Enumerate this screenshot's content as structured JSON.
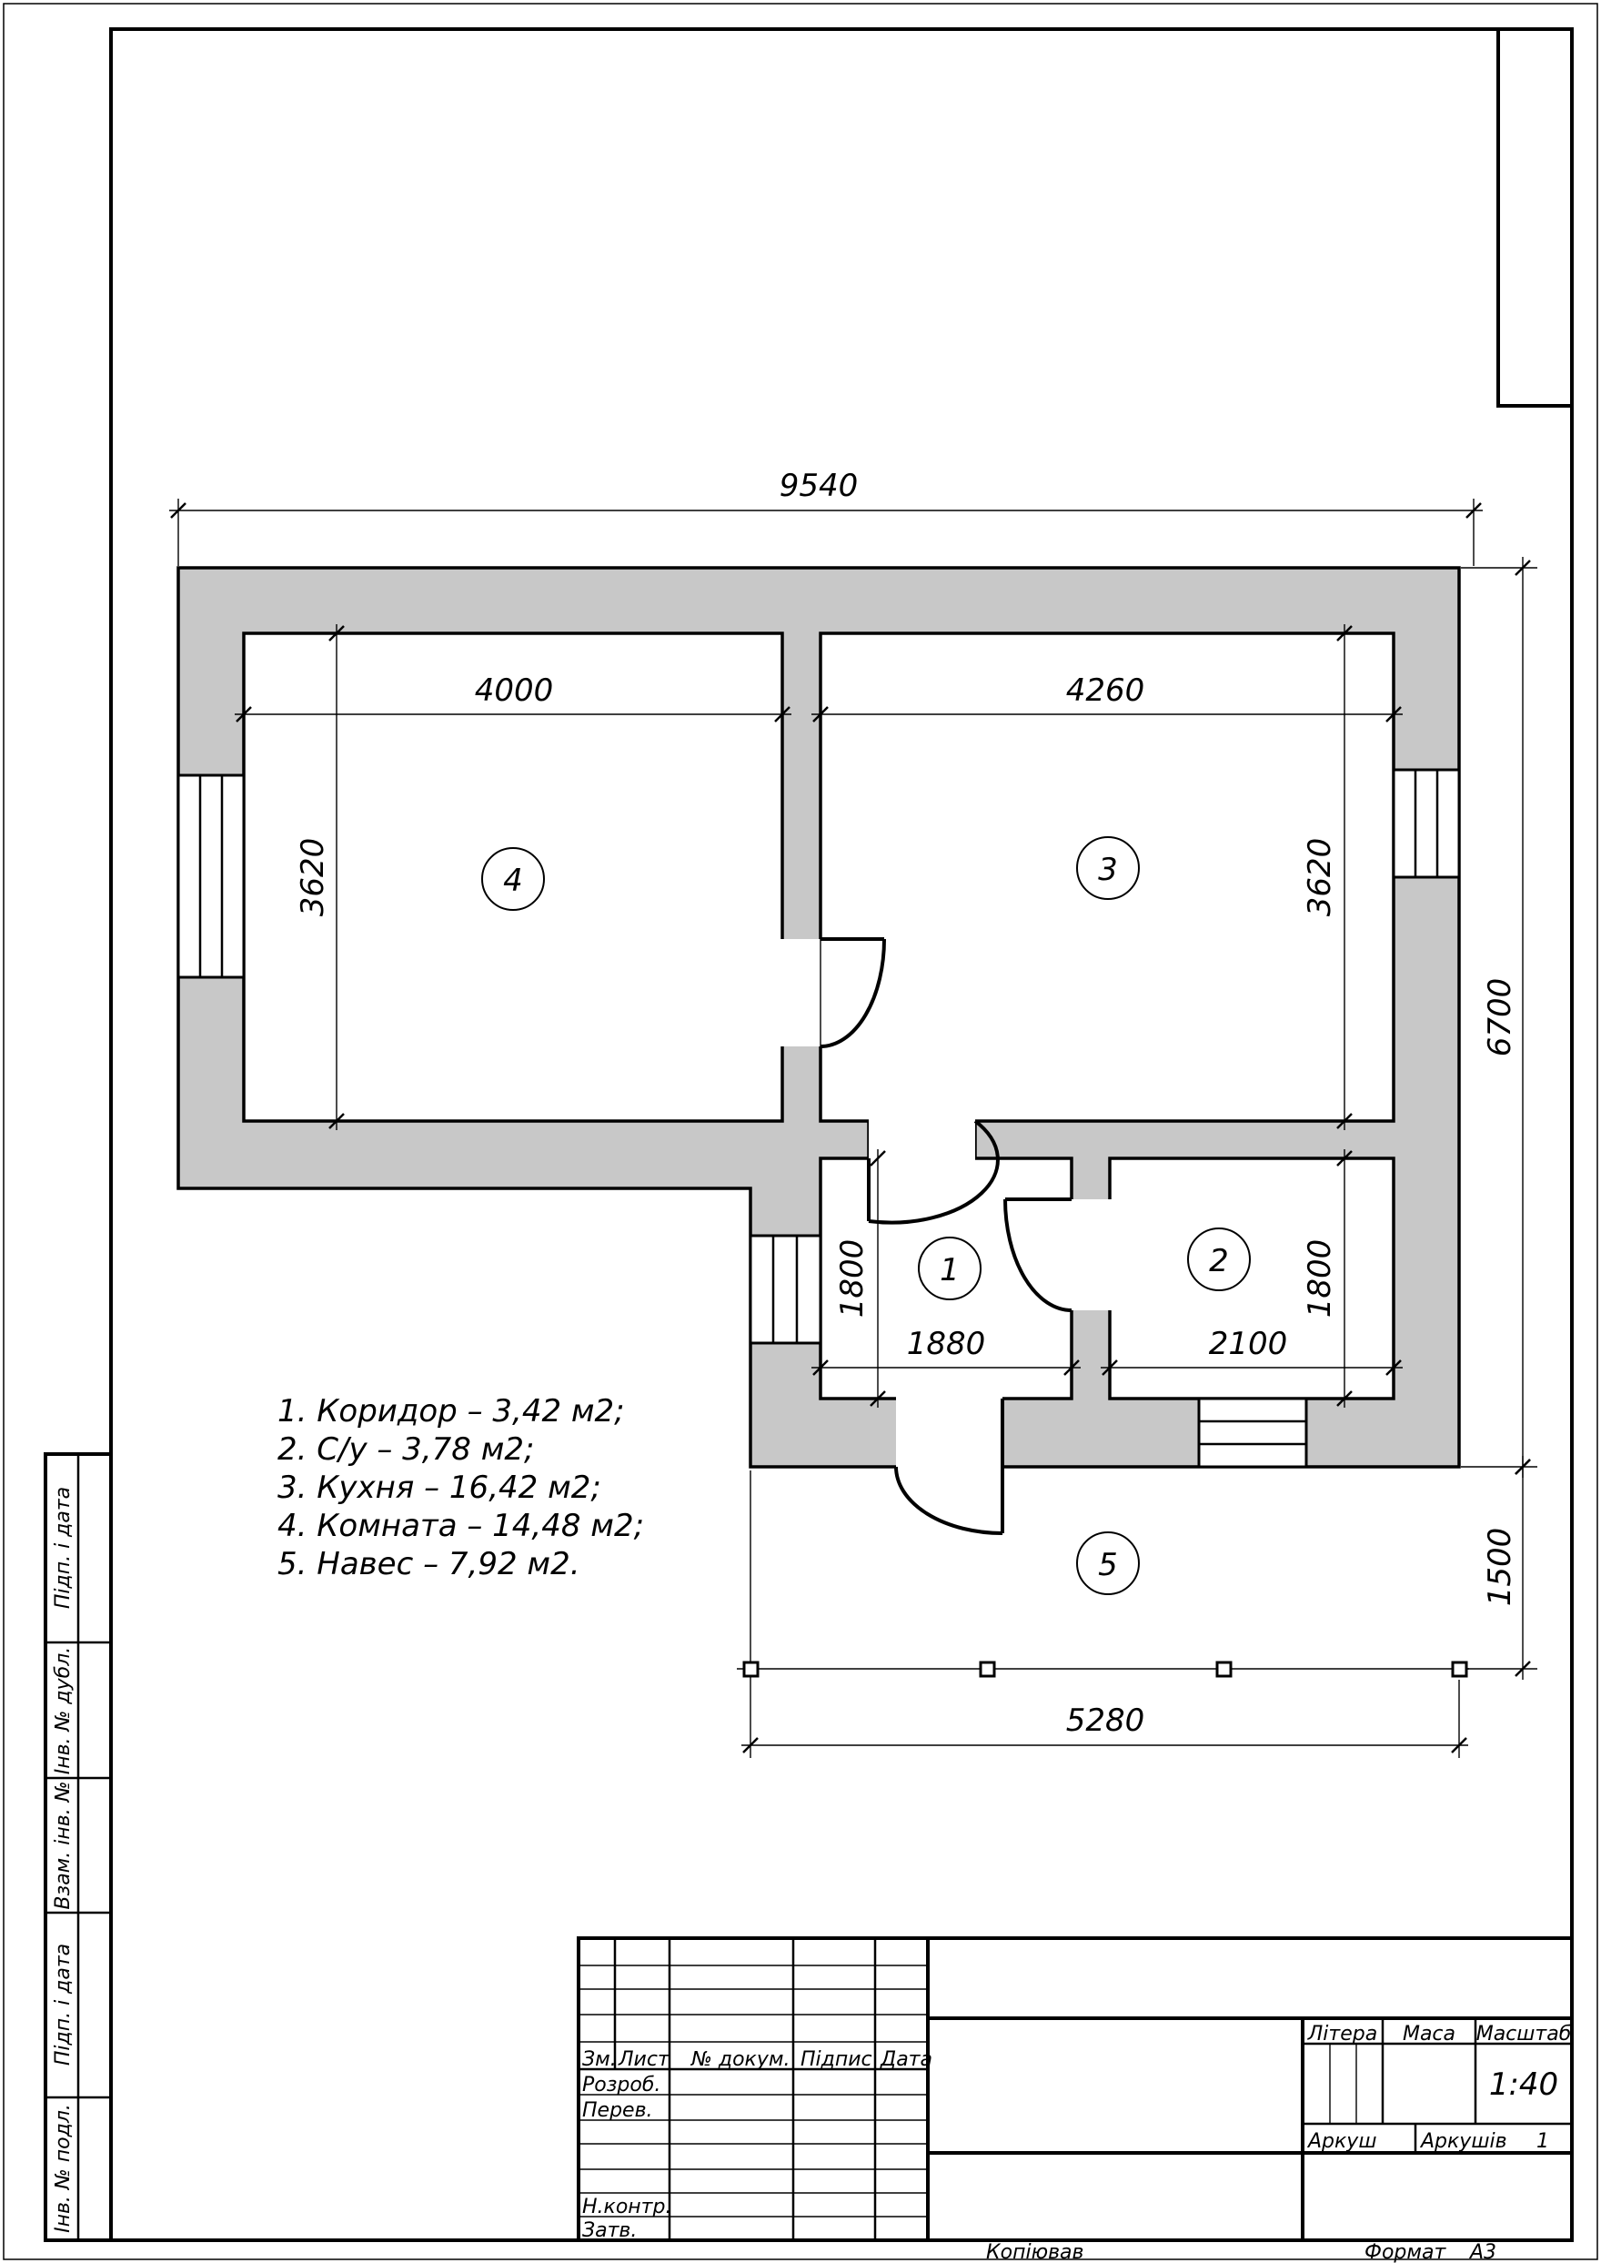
{
  "dimensions": {
    "overall_width": "9540",
    "room4_width": "4000",
    "room3_width": "4260",
    "room4_depth": "3620",
    "room3_depth": "3620",
    "overall_depth": "6700",
    "corridor_depth": "1800",
    "bath_depth": "1800",
    "corridor_width": "1880",
    "bath_width": "2100",
    "canopy_depth": "1500",
    "canopy_width": "5280"
  },
  "rooms": {
    "r1": "1",
    "r2": "2",
    "r3": "3",
    "r4": "4",
    "r5": "5"
  },
  "legend": [
    "1. Коридор – 3,42 м2;",
    "2. С/у – 3,78 м2;",
    "3. Кухня – 16,42 м2;",
    "4. Комната – 14,48 м2;",
    "5. Навес – 7,92 м2."
  ],
  "side_stamp": [
    "Підп. і дата",
    "Інв. № дубл.",
    "Взам. інв. №",
    "Підп. і дата",
    "Інв. № подл."
  ],
  "title_block": {
    "col_headers": [
      "Зм.",
      "Лист",
      "№ докум.",
      "Підпис",
      "Дата"
    ],
    "rows": [
      "Розроб.",
      "Перев.",
      "Н.контр.",
      "Затв."
    ],
    "litera": "Літера",
    "masa": "Маса",
    "masshtab": "Масштаб",
    "scale": "1:40",
    "arkush": "Аркуш",
    "arkushiv": "Аркушів",
    "arkushiv_count": "1"
  },
  "footer": {
    "copied": "Копіював",
    "format_label": "Формат",
    "format_value": "А3"
  }
}
